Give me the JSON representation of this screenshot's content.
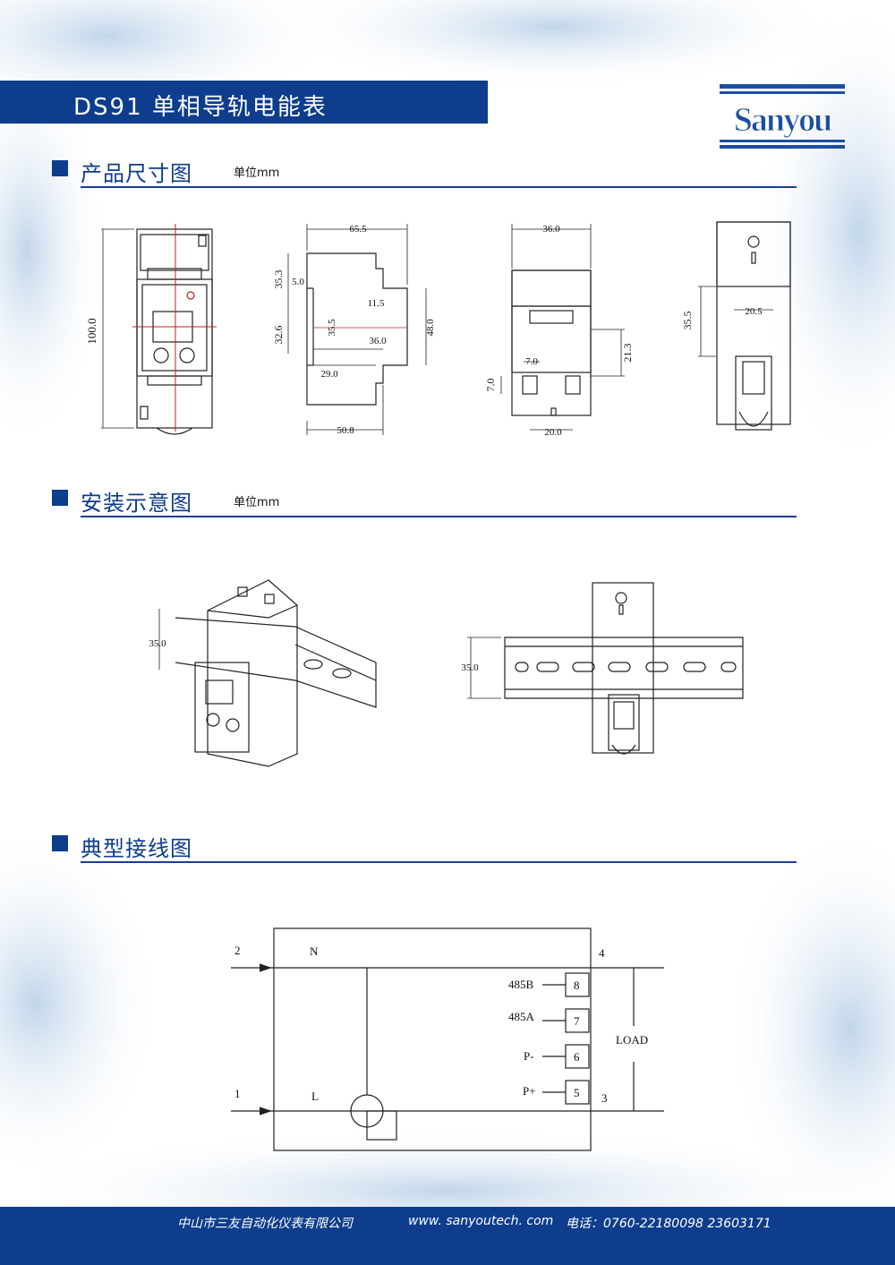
{
  "header": {
    "title": "DS91 单相导轨电能表",
    "brand": "Sanyou"
  },
  "sections": [
    {
      "title": "产品尺寸图",
      "unit": "单位mm"
    },
    {
      "title": "安装示意图",
      "unit": "单位mm"
    },
    {
      "title": "典型接线图",
      "unit": ""
    }
  ],
  "dimensions": {
    "front_height": "100.0",
    "side_width": "65.5",
    "side_top": "35.3",
    "side_mid": "32.6",
    "side_5": "5.0",
    "side_115": "11.5",
    "side_355": "35.5",
    "side_36": "36.0",
    "side_48": "48.0",
    "side_29": "29.0",
    "side_508": "50.8",
    "bottom_width": "36.0",
    "bottom_7a": "7.0",
    "bottom_213": "21.3",
    "bottom_7b": "7.0",
    "bottom_20": "20.0",
    "back_205": "20.5",
    "back_355": "35.5"
  },
  "install": {
    "rail_left": "35.0",
    "rail_right": "35.0"
  },
  "wiring": {
    "terminals": [
      "2",
      "1",
      "4",
      "3"
    ],
    "lines": [
      "N",
      "L"
    ],
    "comm": [
      {
        "label": "485B",
        "num": "8"
      },
      {
        "label": "485A",
        "num": "7"
      },
      {
        "label": "P-",
        "num": "6"
      },
      {
        "label": "P+",
        "num": "5"
      }
    ],
    "load": "LOAD"
  },
  "footer": {
    "company": "中山市三友自动化仪表有限公司",
    "website": "www. sanyoutech. com",
    "phone": "电话：0760-22180098  23603171"
  }
}
